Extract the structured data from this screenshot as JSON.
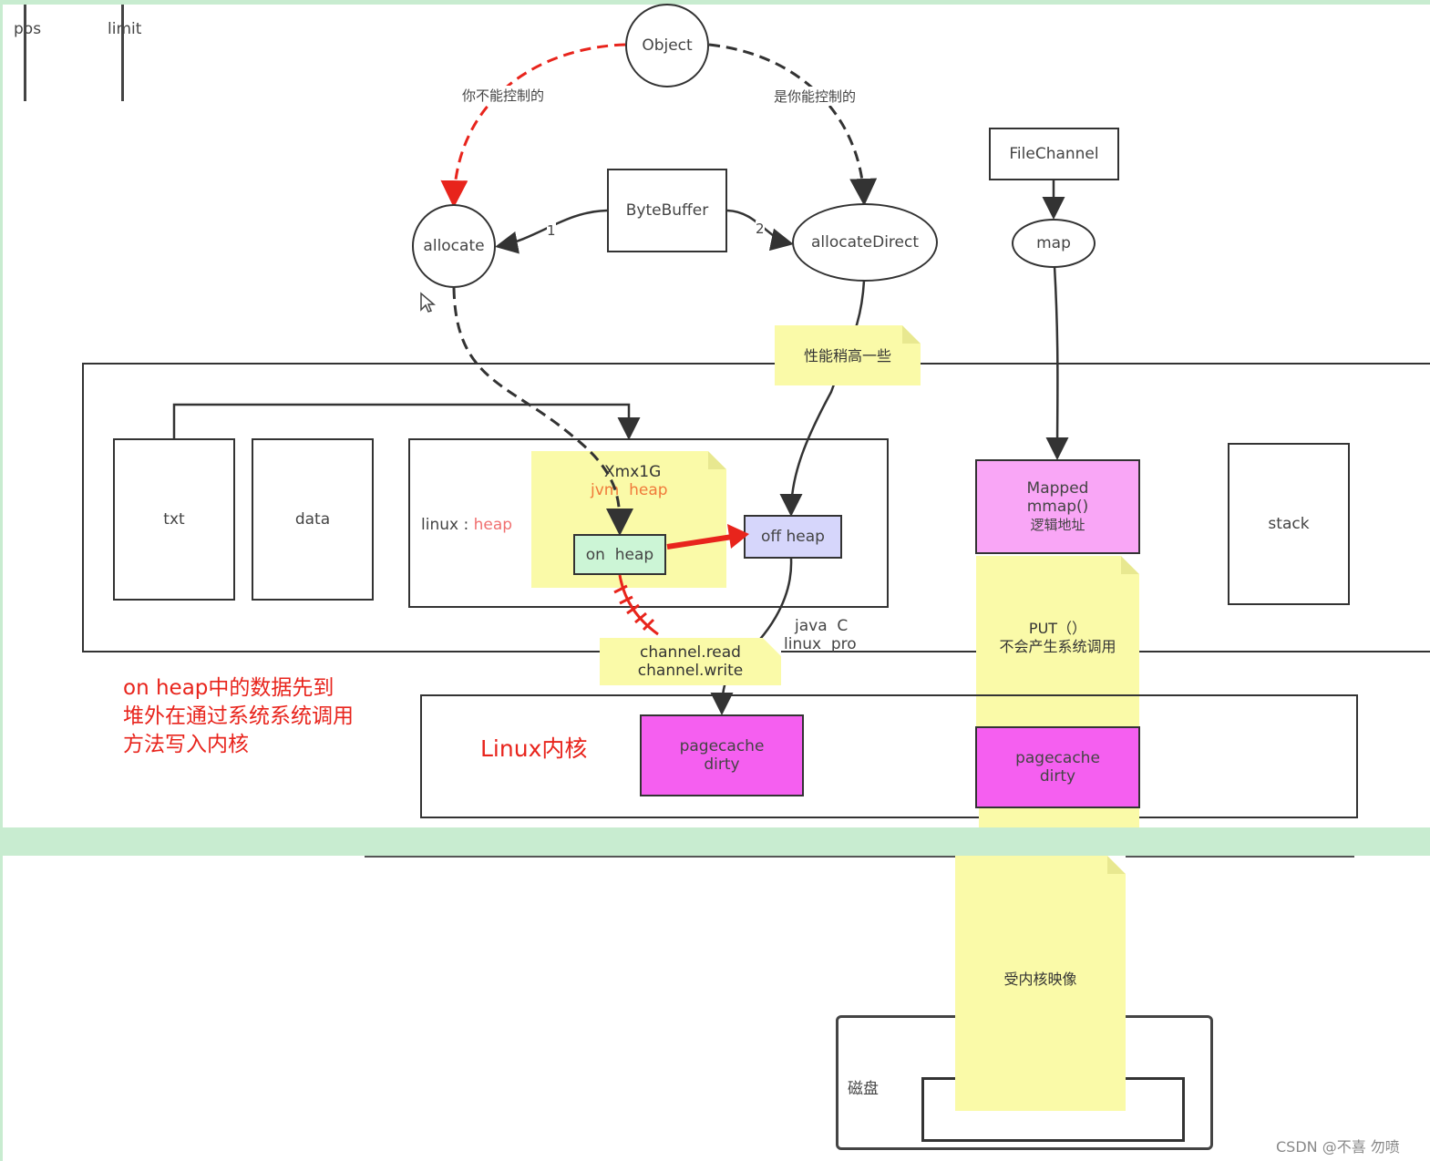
{
  "top_labels": {
    "pos": "pos",
    "limit": "limit"
  },
  "nodes": {
    "object": "Object",
    "bytebuffer": "ByteBuffer",
    "allocate": "allocate",
    "allocate_direct": "allocateDirect",
    "filechannel": "FileChannel",
    "map": "map",
    "txt": "txt",
    "data": "data",
    "stack": "stack",
    "on_heap": "on  heap",
    "off_heap": "off heap",
    "mapped_line1": "Mapped",
    "mapped_line2": "mmap()",
    "mapped_line3": "逻辑地址",
    "pagecache1_line1": "pagecache",
    "pagecache1_line2": "dirty",
    "pagecache2_line1": "pagecache",
    "pagecache2_line2": "dirty",
    "disk": "磁盘"
  },
  "edge_labels": {
    "cannot_control": "你不能控制的",
    "can_control": "是你能控制的",
    "one": "1",
    "two": "2",
    "java_c": "java  C",
    "linux_pro": "linux  pro"
  },
  "linux_heap": {
    "prefix": "linux : ",
    "heap": "heap"
  },
  "notes": {
    "perf": "性能稍高一些",
    "xmx_line1": "Xmx1G",
    "xmx_line2": "jvm  heap",
    "channel_line1": "channel.read",
    "channel_line2": "channel.write",
    "put_line1": "PUT（）",
    "put_line2": "不会产生系统调用",
    "kernel_mirror": "受内核映像"
  },
  "annotation": {
    "line1": "on heap中的数据先到",
    "line2": "堆外在通过系统系统调用",
    "line3": "方法写入内核"
  },
  "kernel_label": "Linux内核",
  "watermark": "CSDN @不喜 勿喷",
  "colors": {
    "red": "#e8241c",
    "note_yellow": "#fafaa8",
    "magenta": "#f55ff0",
    "light_magenta": "#f9a6f6",
    "on_heap_green": "#ccf5d6",
    "off_heap_blue": "#d6d6fb",
    "band_green": "#c8ecd0"
  }
}
